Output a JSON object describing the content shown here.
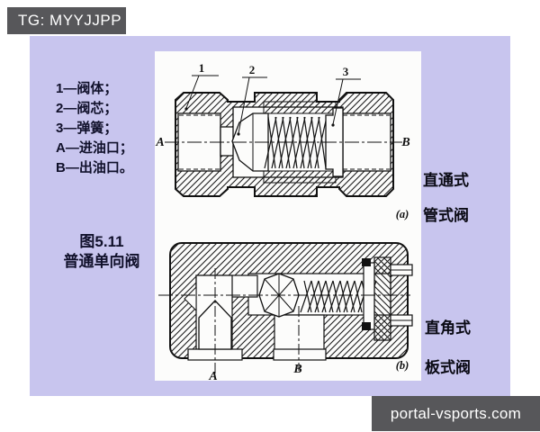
{
  "watermarks": {
    "tg_banner": "TG: MYYJJPP",
    "site": "portal-vsports.com"
  },
  "colors": {
    "panel_bg": "#c8c5ee",
    "banner_bg": "#57575a",
    "canvas_bg": "#fcfcfb",
    "ink": "#111111"
  },
  "legend": {
    "items": [
      "1—阀体；",
      "2—阀芯；",
      "3—弹簧；",
      "A—进油口；",
      "B—出油口。"
    ]
  },
  "caption": {
    "line1": "图5.11",
    "line2": "普通单向阀"
  },
  "figure_a": {
    "part_labels": {
      "p1": "1",
      "p2": "2",
      "p3": "3"
    },
    "port_in": "A",
    "port_out": "B",
    "sublabel": "(a)",
    "type_label_1": "直通式",
    "type_label_2": "管式阀"
  },
  "figure_b": {
    "port_in": "A",
    "port_out": "B",
    "sublabel": "(b)",
    "type_label_1": "直角式",
    "type_label_2": "板式阀"
  }
}
